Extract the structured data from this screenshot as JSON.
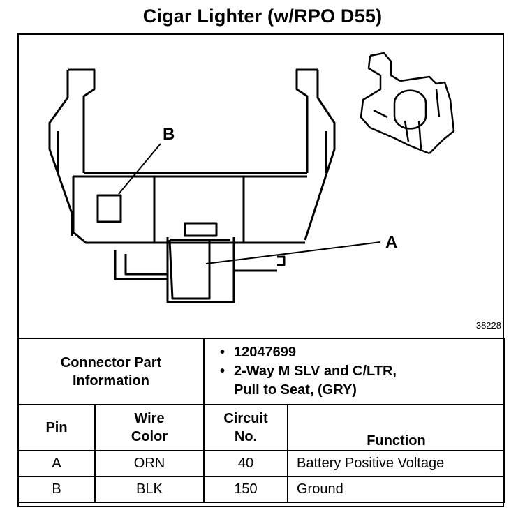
{
  "title": "Cigar Lighter (w/RPO D55)",
  "figure_number": "38228",
  "callouts": {
    "a": "A",
    "b": "B"
  },
  "connector_part_information": {
    "label_line1": "Connector Part",
    "label_line2": "Information",
    "items": [
      "12047699",
      "2-Way M SLV and C/LTR,",
      "Pull to Seat, (GRY)"
    ]
  },
  "pin_table": {
    "headers": {
      "pin": "Pin",
      "wire_color_line1": "Wire",
      "wire_color_line2": "Color",
      "circuit_line1": "Circuit",
      "circuit_line2": "No.",
      "function": "Function"
    },
    "rows": [
      {
        "pin": "A",
        "wire_color": "ORN",
        "circuit": "40",
        "function": "Battery Positive Voltage"
      },
      {
        "pin": "B",
        "wire_color": "BLK",
        "circuit": "150",
        "function": "Ground"
      }
    ]
  }
}
